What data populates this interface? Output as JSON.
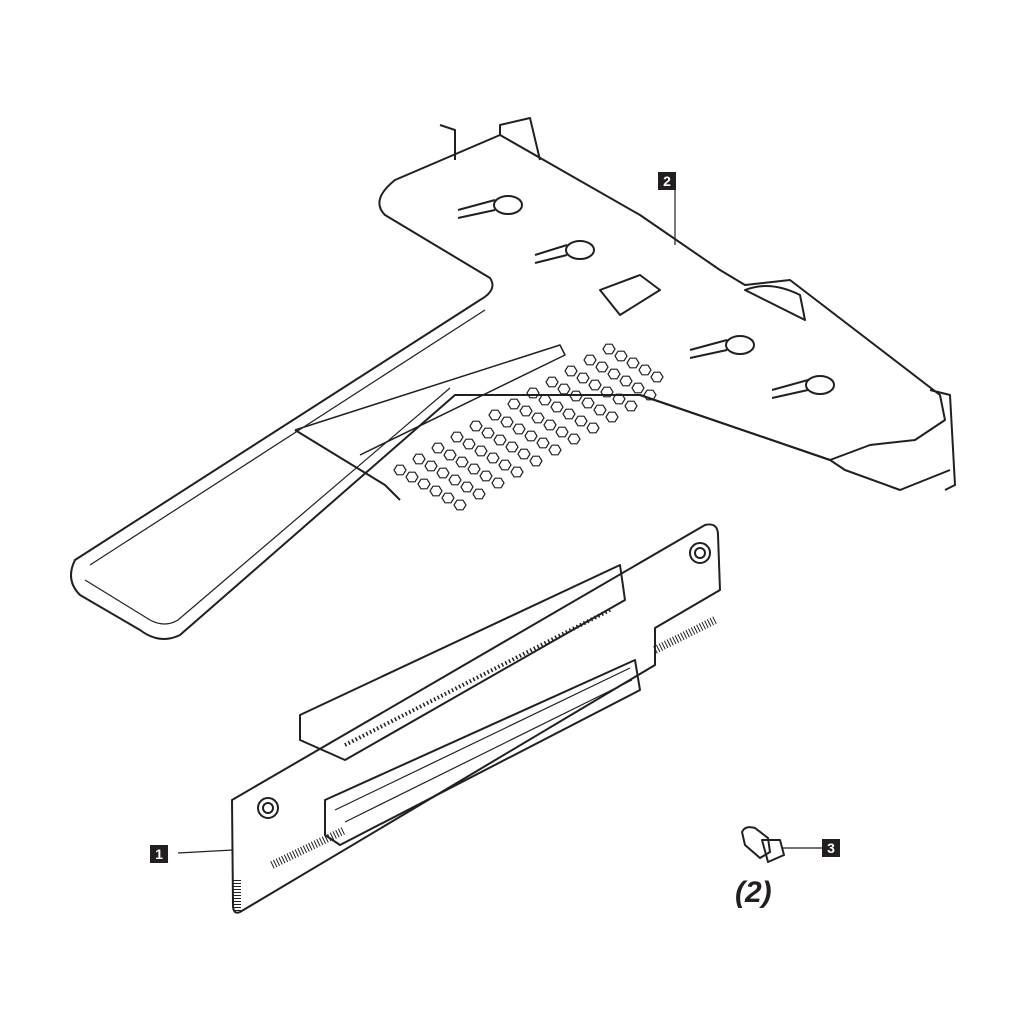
{
  "callouts": [
    {
      "id": "1",
      "label": "1"
    },
    {
      "id": "2",
      "label": "2"
    },
    {
      "id": "3",
      "label": "3"
    }
  ],
  "screw_quantity": "(2)",
  "colors": {
    "line": "#231f20",
    "background": "#ffffff"
  }
}
